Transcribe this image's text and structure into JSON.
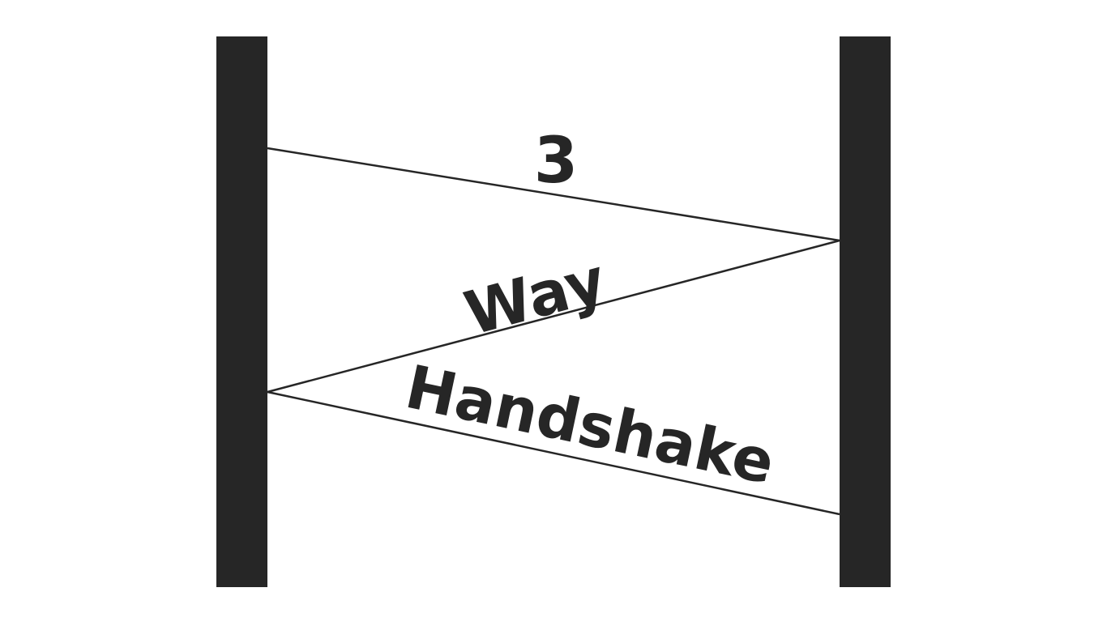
{
  "diagram": {
    "word_number": "3",
    "word_way": "Way",
    "word_handshake": "Handshake",
    "colors": {
      "background": "#ffffff",
      "bar": "#262626",
      "line": "#262626",
      "text": "#262626"
    }
  }
}
